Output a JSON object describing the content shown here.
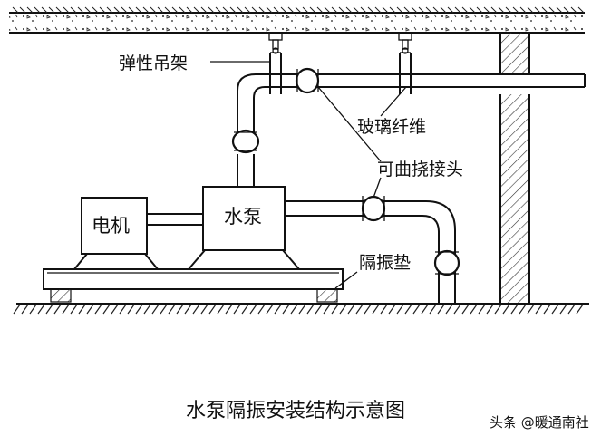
{
  "labels": {
    "hanger": "弹性吊架",
    "glass_fiber": "玻璃纤维",
    "flex_joint": "可曲挠接头",
    "motor": "电机",
    "pump": "水泵",
    "isolation_pad": "隔振垫"
  },
  "caption": "水泵隔振安装结构示意图",
  "watermark": "头条 @暖通南社"
}
